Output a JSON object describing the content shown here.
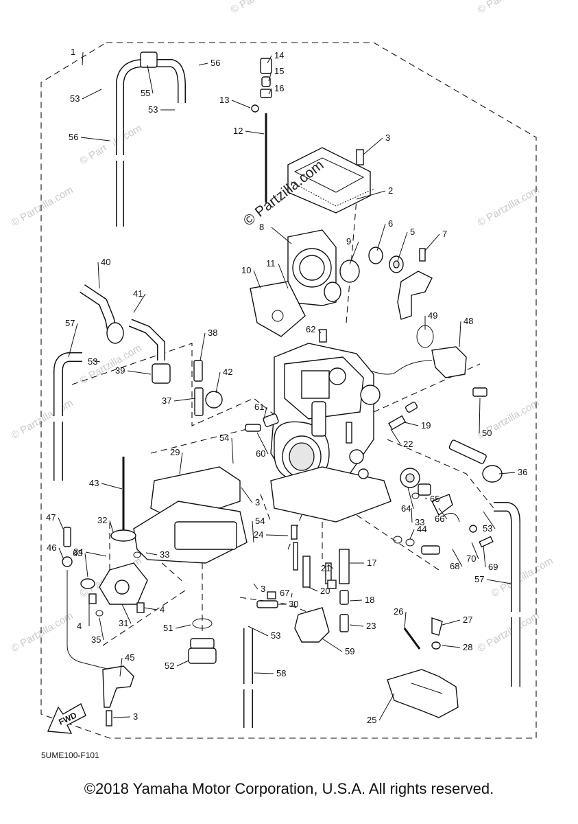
{
  "watermark": {
    "main": "© Partzilla.com",
    "repeat": "© Partzilla.com"
  },
  "diagram_code": "5UME100-F101",
  "fwd_label": "FWD",
  "copyright": "©2018 Yamaha Motor Corporation, U.S.A. All rights reserved.",
  "callouts": [
    "1",
    "2",
    "3",
    "4",
    "5",
    "6",
    "7",
    "8",
    "9",
    "10",
    "11",
    "12",
    "13",
    "14",
    "15",
    "16",
    "17",
    "18",
    "19",
    "20",
    "21",
    "22",
    "23",
    "24",
    "25",
    "26",
    "27",
    "28",
    "29",
    "30",
    "31",
    "32",
    "33",
    "34",
    "35",
    "36",
    "37",
    "38",
    "39",
    "40",
    "41",
    "42",
    "43",
    "44",
    "45",
    "46",
    "47",
    "48",
    "49",
    "50",
    "51",
    "52",
    "53",
    "54",
    "55",
    "56",
    "57",
    "58",
    "59",
    "60",
    "61",
    "62",
    "63",
    "64",
    "65",
    "66",
    "67",
    "68",
    "69",
    "70"
  ]
}
